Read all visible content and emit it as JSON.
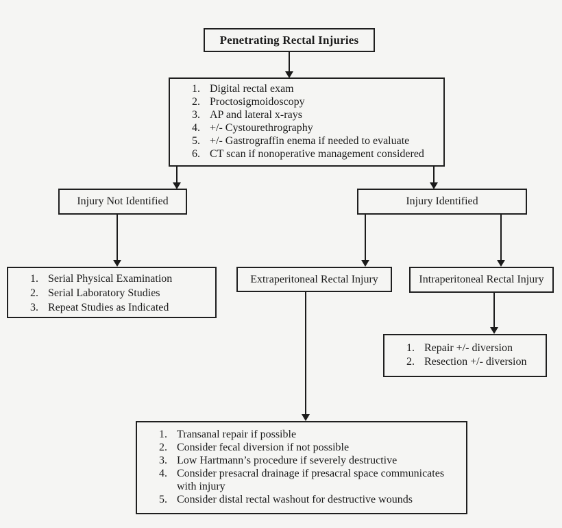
{
  "page": {
    "background_color": "#f5f5f3",
    "line_color": "#1b1b1b"
  },
  "flowchart": {
    "title": "Penetrating Rectal Injuries",
    "workup": {
      "items": [
        "Digital rectal exam",
        "Proctosigmoidoscopy",
        "AP and lateral x-rays",
        "+/- Cystourethrography",
        "+/- Gastrograffin enema if needed to evaluate",
        "CT scan if nonoperative management considered"
      ]
    },
    "injury_not_identified": "Injury Not Identified",
    "injury_identified": "Injury Identified",
    "observation": {
      "items": [
        "Serial Physical Examination",
        "Serial Laboratory Studies",
        "Repeat Studies as Indicated"
      ]
    },
    "extraperitoneal": "Extraperitoneal Rectal Injury",
    "intraperitoneal": "Intraperitoneal Rectal Injury",
    "intraperitoneal_mgmt": {
      "items": [
        "Repair +/- diversion",
        "Resection +/- diversion"
      ]
    },
    "extraperitoneal_mgmt": {
      "items": [
        "Transanal repair if possible",
        "Consider fecal diversion if not possible",
        "Low Hartmann’s procedure if severely destructive",
        "Consider presacral drainage if presacral space communicates with injury",
        "Consider distal rectal washout for destructive wounds"
      ]
    }
  }
}
